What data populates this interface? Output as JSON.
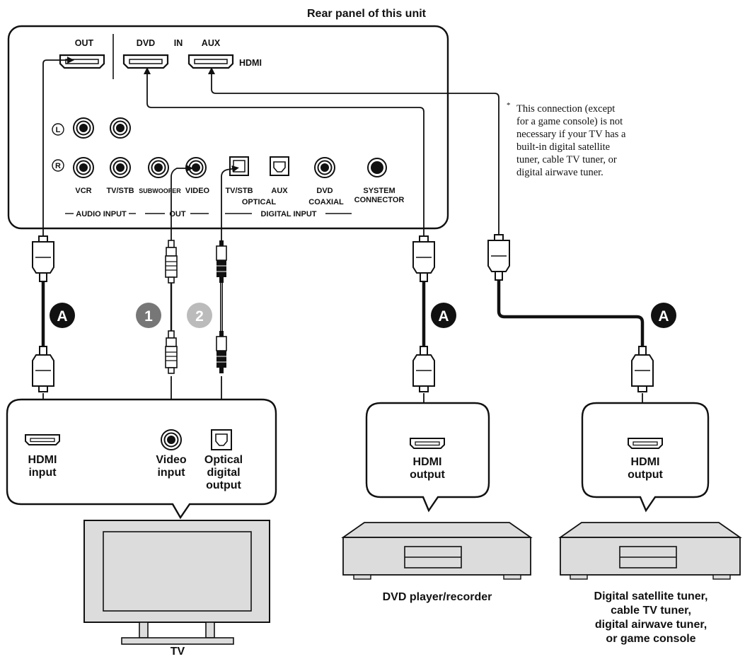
{
  "title": "Rear panel of this unit",
  "panel": {
    "hdmi_out": "OUT",
    "hdmi_dvd": "DVD",
    "hdmi_in": "IN",
    "hdmi_aux": "AUX",
    "hdmi": "HDMI",
    "ch_left": "L",
    "ch_right": "R",
    "jack_vcr": "VCR",
    "jack_tvstb": "TV/STB",
    "jack_subwoofer": "SUBWOOFER",
    "jack_video": "VIDEO",
    "opt_tvstb": "TV/STB",
    "opt_aux": "AUX",
    "optical": "OPTICAL",
    "coax_dvd": "DVD",
    "coaxial": "COAXIAL",
    "system": "SYSTEM",
    "connector": "CONNECTOR",
    "audio_input": "AUDIO INPUT",
    "out": "OUT",
    "digital_input": "DIGITAL INPUT"
  },
  "note": {
    "asterisk": "*",
    "lines": [
      "This connection (except",
      "for a game console) is not",
      "necessary if your TV has a",
      "built-in digital satellite",
      "tuner, cable TV tuner, or",
      "digital airwave tuner."
    ]
  },
  "badges": {
    "a": "A",
    "one": "1",
    "two": "2"
  },
  "tv": {
    "hdmi_input": [
      "HDMI",
      "input"
    ],
    "video_input": [
      "Video",
      "input"
    ],
    "optical_output": [
      "Optical",
      "digital",
      "output"
    ],
    "label": "TV"
  },
  "dvd": {
    "hdmi_output": [
      "HDMI",
      "output"
    ],
    "label": "DVD player/recorder"
  },
  "tuner": {
    "hdmi_output": [
      "HDMI",
      "output"
    ],
    "label_lines": [
      "Digital satellite tuner,",
      "cable TV tuner,",
      "digital airwave tuner,",
      "or game console"
    ]
  },
  "colors": {
    "line": "#111111",
    "device_fill": "#dcdcdc",
    "badge_a": "#111111",
    "badge_1": "#777777",
    "badge_2": "#bbbbbb"
  }
}
